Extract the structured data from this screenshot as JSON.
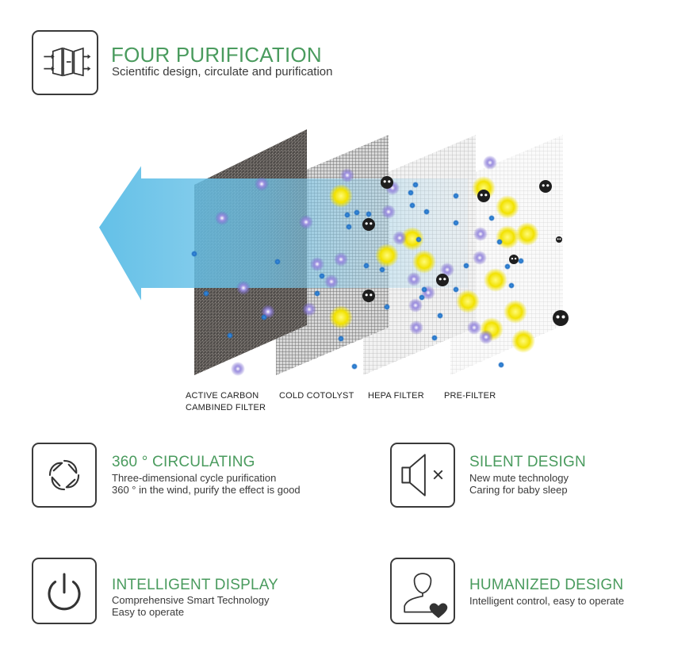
{
  "header": {
    "icon": "four-stage-filter-icon",
    "title": "FOUR PURIFICATION",
    "subtitle": "Scientific design, circulate and purification"
  },
  "diagram": {
    "labels": {
      "activated_carbon_line1": "ACTIVE  CARBON",
      "activated_carbon_line2": "CAMBINED FILTER",
      "cold_catalyst": "COLD COTOLYST",
      "hepa": "HEPA FILTER",
      "pre_filter": "PRE-FILTER"
    },
    "colors": {
      "arrow": "#5bbde6",
      "carbon": "#55524f",
      "mesh": "#7a7a7a",
      "particle_yellow": "#f2e200",
      "particle_blue": "#1f6fc4",
      "particle_purple": "#6b58c9"
    }
  },
  "features": [
    {
      "icon": "circulating-fan-icon",
      "title": "360 ° CIRCULATING",
      "line1": "Three-dimensional cycle purification",
      "line2": "360 ° in the wind, purify the effect is good"
    },
    {
      "icon": "mute-speaker-icon",
      "title": "SILENT DESIGN",
      "line1": "New mute technology",
      "line2": "Caring for baby sleep"
    },
    {
      "icon": "power-icon",
      "title": "INTELLIGENT DISPLAY",
      "line1": "Comprehensive Smart Technology",
      "line2": "Easy to operate"
    },
    {
      "icon": "person-heart-icon",
      "title": "HUMANIZED DESIGN",
      "line1": "Intelligent control, easy to operate",
      "line2": ""
    }
  ],
  "accent_color": "#4a9b5e"
}
